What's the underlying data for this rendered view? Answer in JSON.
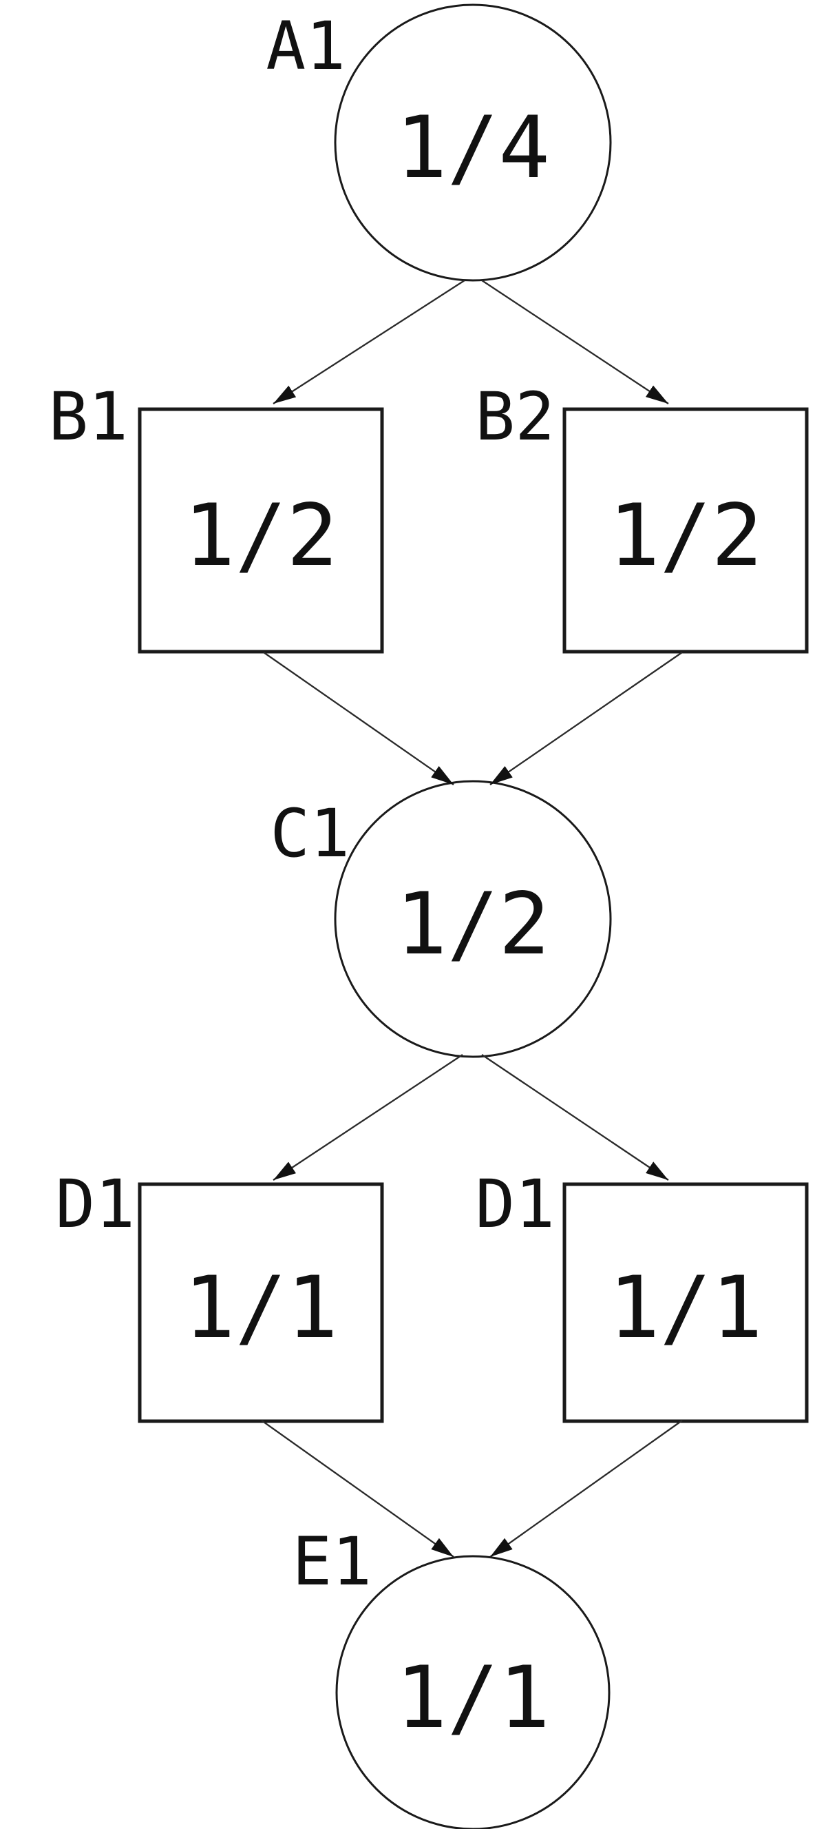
{
  "diagram": {
    "background_color": "#ffffff",
    "stroke_color": "#1a1a1a",
    "text_color": "#111111",
    "nodes": [
      {
        "id": "A1",
        "shape": "circle",
        "label": "A1",
        "value": "1/4"
      },
      {
        "id": "B1",
        "shape": "square",
        "label": "B1",
        "value": "1/2"
      },
      {
        "id": "B2",
        "shape": "square",
        "label": "B2",
        "value": "1/2"
      },
      {
        "id": "C1",
        "shape": "circle",
        "label": "C1",
        "value": "1/2"
      },
      {
        "id": "D1a",
        "shape": "square",
        "label": "D1",
        "value": "1/1"
      },
      {
        "id": "D1b",
        "shape": "square",
        "label": "D1",
        "value": "1/1"
      },
      {
        "id": "E1",
        "shape": "circle",
        "label": "E1",
        "value": "1/1"
      }
    ],
    "edges": [
      {
        "from": "A1",
        "to": "B1"
      },
      {
        "from": "A1",
        "to": "B2"
      },
      {
        "from": "B1",
        "to": "C1"
      },
      {
        "from": "B2",
        "to": "C1"
      },
      {
        "from": "C1",
        "to": "D1a"
      },
      {
        "from": "C1",
        "to": "D1b"
      },
      {
        "from": "D1a",
        "to": "E1"
      },
      {
        "from": "D1b",
        "to": "E1"
      }
    ]
  }
}
